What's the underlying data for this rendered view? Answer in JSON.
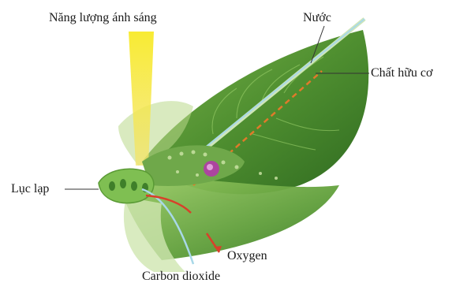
{
  "labels": {
    "light_energy": "Năng lượng ánh sáng",
    "water": "Nước",
    "organic_matter": "Chất hữu cơ",
    "chloroplast": "Lục lạp",
    "oxygen": "Oxygen",
    "carbon_dioxide": "Carbon dioxide"
  },
  "colors": {
    "leaf_dark": "#3f7f2a",
    "leaf_mid": "#5f9e3a",
    "leaf_light": "#8fc45a",
    "light_beam": "#f4e21a",
    "organic_flow": "#e07a2a",
    "water_flow": "#a8d8e8",
    "oxygen_arrow": "#d8402a",
    "chloroplast": "#b23aa8"
  }
}
